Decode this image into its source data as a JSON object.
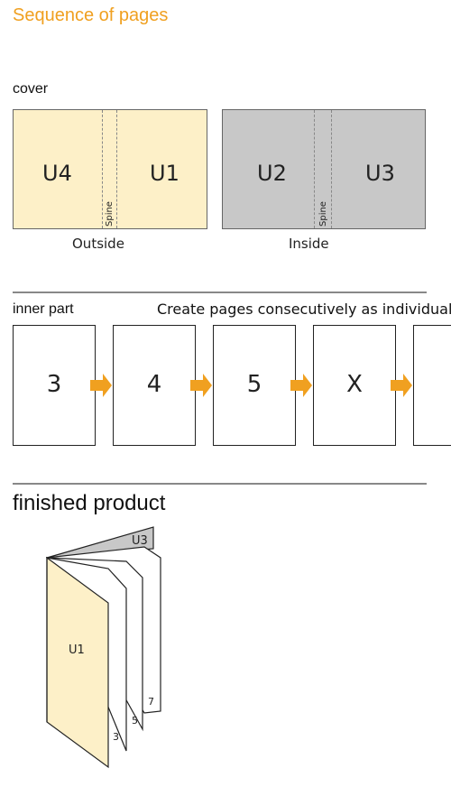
{
  "title": "Sequence of pages",
  "colors": {
    "accent": "#f0a020",
    "cover_outside": "#fdf0c8",
    "cover_inside": "#c8c8c8",
    "arrow": "#f0a020"
  },
  "cover": {
    "label": "cover",
    "outside": {
      "left": "U4",
      "right": "U1",
      "spine": "Spine",
      "caption": "Outside"
    },
    "inside": {
      "left": "U2",
      "right": "U3",
      "spine": "Spine",
      "caption": "Inside"
    }
  },
  "inner": {
    "label": "inner part",
    "note": "Create pages consecutively as individual",
    "pages": [
      "3",
      "4",
      "5",
      "X"
    ]
  },
  "finished": {
    "label": "finished product",
    "front": "U1",
    "back": "U3",
    "page_numbers": [
      "3",
      "5",
      "7"
    ]
  }
}
